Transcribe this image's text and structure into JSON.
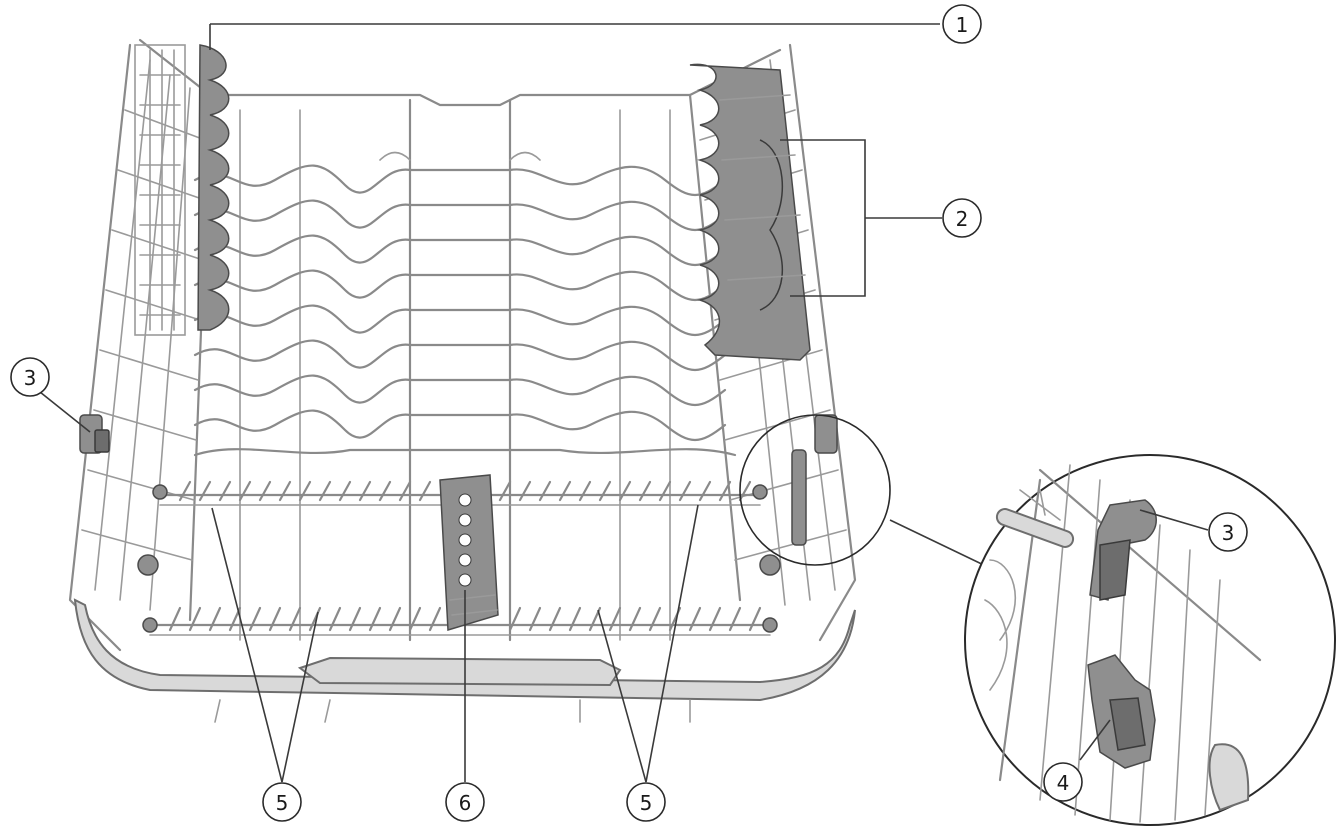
{
  "callouts": {
    "c1": "1",
    "c2": "2",
    "c3a": "3",
    "c3b": "3",
    "c4": "4",
    "c5a": "5",
    "c5b": "5",
    "c6": "6"
  },
  "colors": {
    "wire": "#8a8a8a",
    "part": "#8f8f8f",
    "line": "#2a2a2a"
  }
}
